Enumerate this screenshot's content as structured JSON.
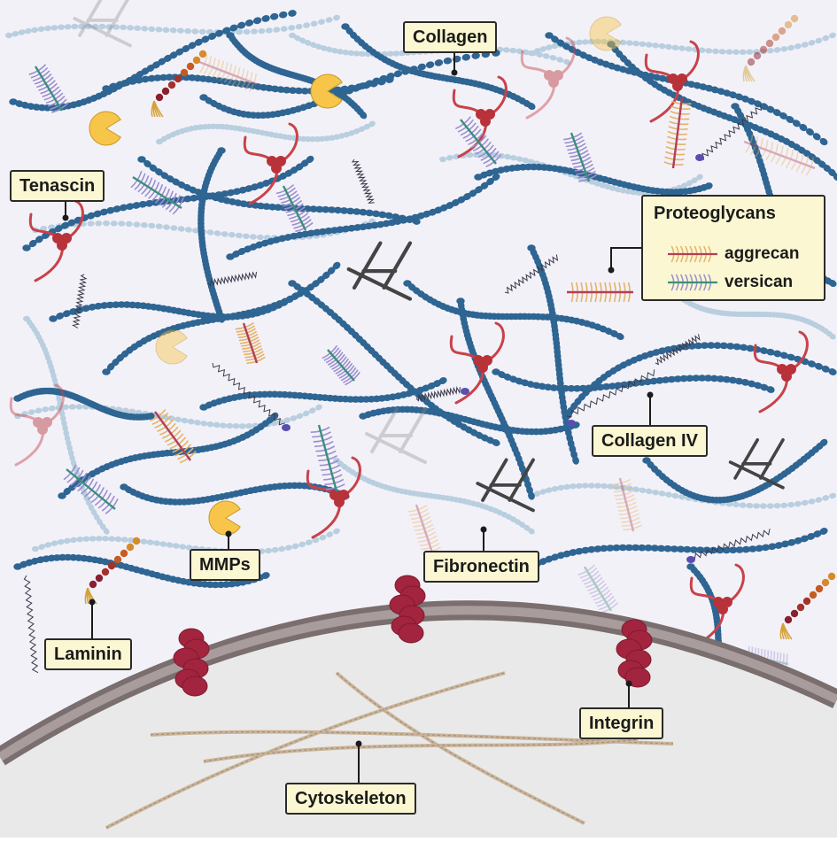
{
  "labels": {
    "collagen": "Collagen",
    "tenascin": "Tenascin",
    "proteoglycans_title": "Proteoglycans",
    "aggrecan": "aggrecan",
    "versican": "versican",
    "collagen_iv": "Collagen IV",
    "mmps": "MMPs",
    "fibronectin": "Fibronectin",
    "laminin": "Laminin",
    "integrin": "Integrin",
    "cytoskeleton": "Cytoskeleton"
  },
  "colors": {
    "background": "#f3f1f8",
    "collagen_bead": "#2e6592",
    "collagen_bead_faint": "#b9cfe0",
    "tenascin": "#c8424a",
    "tenascin_core": "#b8323a",
    "aggrecan_core": "#b0405a",
    "aggrecan_side": "#e6b26a",
    "versican_core": "#3b8f7a",
    "versican_side": "#9a8fcf",
    "mmp": "#f6c54a",
    "fibronectin": "#444444",
    "laminin": "#8a1f2e",
    "integrin": "#a3243e",
    "membrane": "#7a6e6e",
    "cell_interior": "#e9e9e9",
    "cytoskeleton": "#c9b49a",
    "label_fill": "#fbf7d2",
    "label_border": "#2a2a2a"
  }
}
